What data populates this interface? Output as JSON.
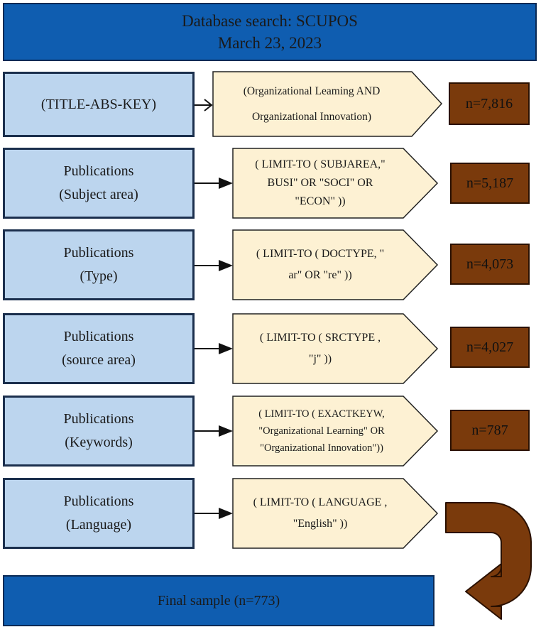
{
  "header": {
    "line1": "Database search: SCUPOS",
    "line2": "March 23, 2023"
  },
  "rows": [
    {
      "label1": "(TITLE-ABS-KEY)",
      "label2": "",
      "query1": "(Organizational Leaming AND",
      "query2": "Organizational Innovation)",
      "query3": "",
      "count": "n=7,816"
    },
    {
      "label1": "Publications",
      "label2": "(Subject area)",
      "query1": "( LIMIT-TO ( SUBJAREA,\"",
      "query2": "BUSI\" OR  \"SOCI\" OR",
      "query3": "\"ECON\" ))",
      "count": "n=5,187"
    },
    {
      "label1": "Publications",
      "label2": "(Type)",
      "query1": "( LIMIT-TO ( DOCTYPE,  \"",
      "query2": "ar\" OR \"re\" ))",
      "query3": "",
      "count": "n=4,073"
    },
    {
      "label1": "Publications",
      "label2": "(source area)",
      "query1": "( LIMIT-TO ( SRCTYPE ,",
      "query2": "\"j\" ))",
      "query3": "",
      "count": "n=4,027"
    },
    {
      "label1": "Publications",
      "label2": "(Keywords)",
      "query1": "( LIMIT-TO ( EXACTKEYW,",
      "query2": "\"Organizational Learning\" OR",
      "query3": "\"Organizational Innovation\"))",
      "count": "n=787"
    },
    {
      "label1": "Publications",
      "label2": "(Language)",
      "query1": "( LIMIT-TO ( LANGUAGE ,",
      "query2": "\"English\" ))",
      "query3": "",
      "count": ""
    }
  ],
  "final": {
    "label": "Final sample (n=773)"
  },
  "colors": {
    "header_fill": "#0f5db0",
    "label_fill": "#bcd5ee",
    "query_fill": "#fdf1d3",
    "count_fill": "#7a3a0c",
    "arrow_fill": "#7a3a0c"
  }
}
